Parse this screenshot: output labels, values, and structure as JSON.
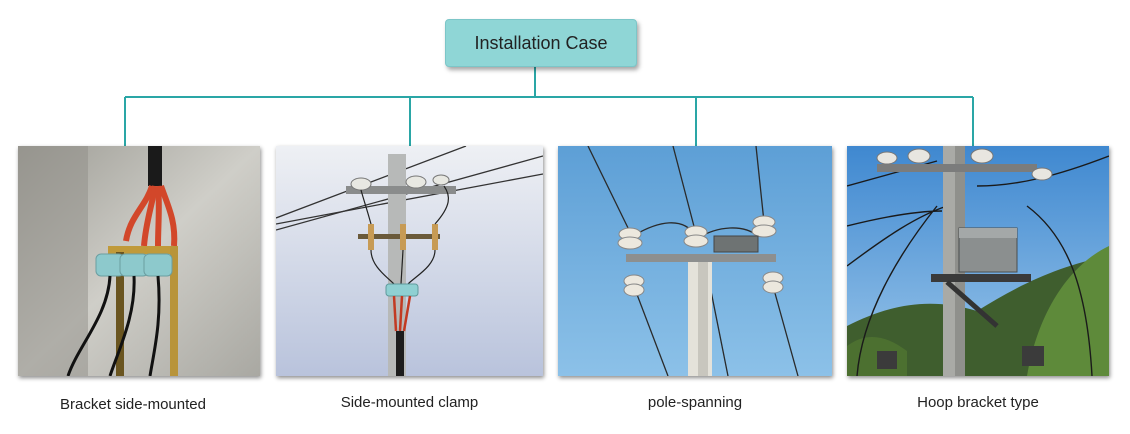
{
  "root": {
    "label": "Installation Case"
  },
  "colors": {
    "connector": "#2aa6a6",
    "box_fill": "#8fd6d6"
  },
  "cases": [
    {
      "label": "Bracket side-mounted"
    },
    {
      "label": "Side-mounted clamp"
    },
    {
      "label": "pole-spanning"
    },
    {
      "label": "Hoop bracket type"
    }
  ]
}
